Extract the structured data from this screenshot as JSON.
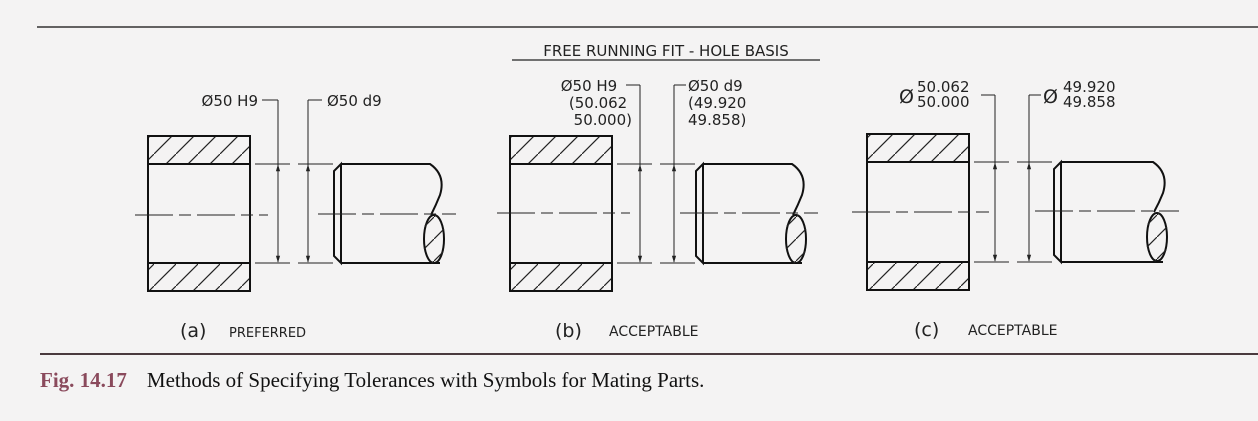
{
  "figure": {
    "title": "FREE RUNNING FIT - HOLE BASIS",
    "caption_number": "Fig. 14.17",
    "caption_text": "Methods of Specifying Tolerances with Symbols for Mating Parts.",
    "caption_number_color": "#8a4a5c",
    "line_color": "#222222",
    "background": "#f4f3f3"
  },
  "panels": [
    {
      "id": "a",
      "label": "(a)",
      "status": "PREFERRED",
      "hole_callout": [
        "Ø50 H9"
      ],
      "shaft_callout": [
        "Ø50 d9"
      ]
    },
    {
      "id": "b",
      "label": "(b)",
      "status": "ACCEPTABLE",
      "hole_callout": [
        "Ø50 H9",
        "(50.062",
        " 50.000)"
      ],
      "shaft_callout": [
        "Ø50 d9",
        "(49.920",
        " 49.858)"
      ]
    },
    {
      "id": "c",
      "label": "(c)",
      "status": "ACCEPTABLE",
      "hole_callout": [
        "Ø",
        "50.062",
        "50.000"
      ],
      "shaft_callout": [
        "Ø",
        "49.920",
        "49.858"
      ]
    }
  ]
}
